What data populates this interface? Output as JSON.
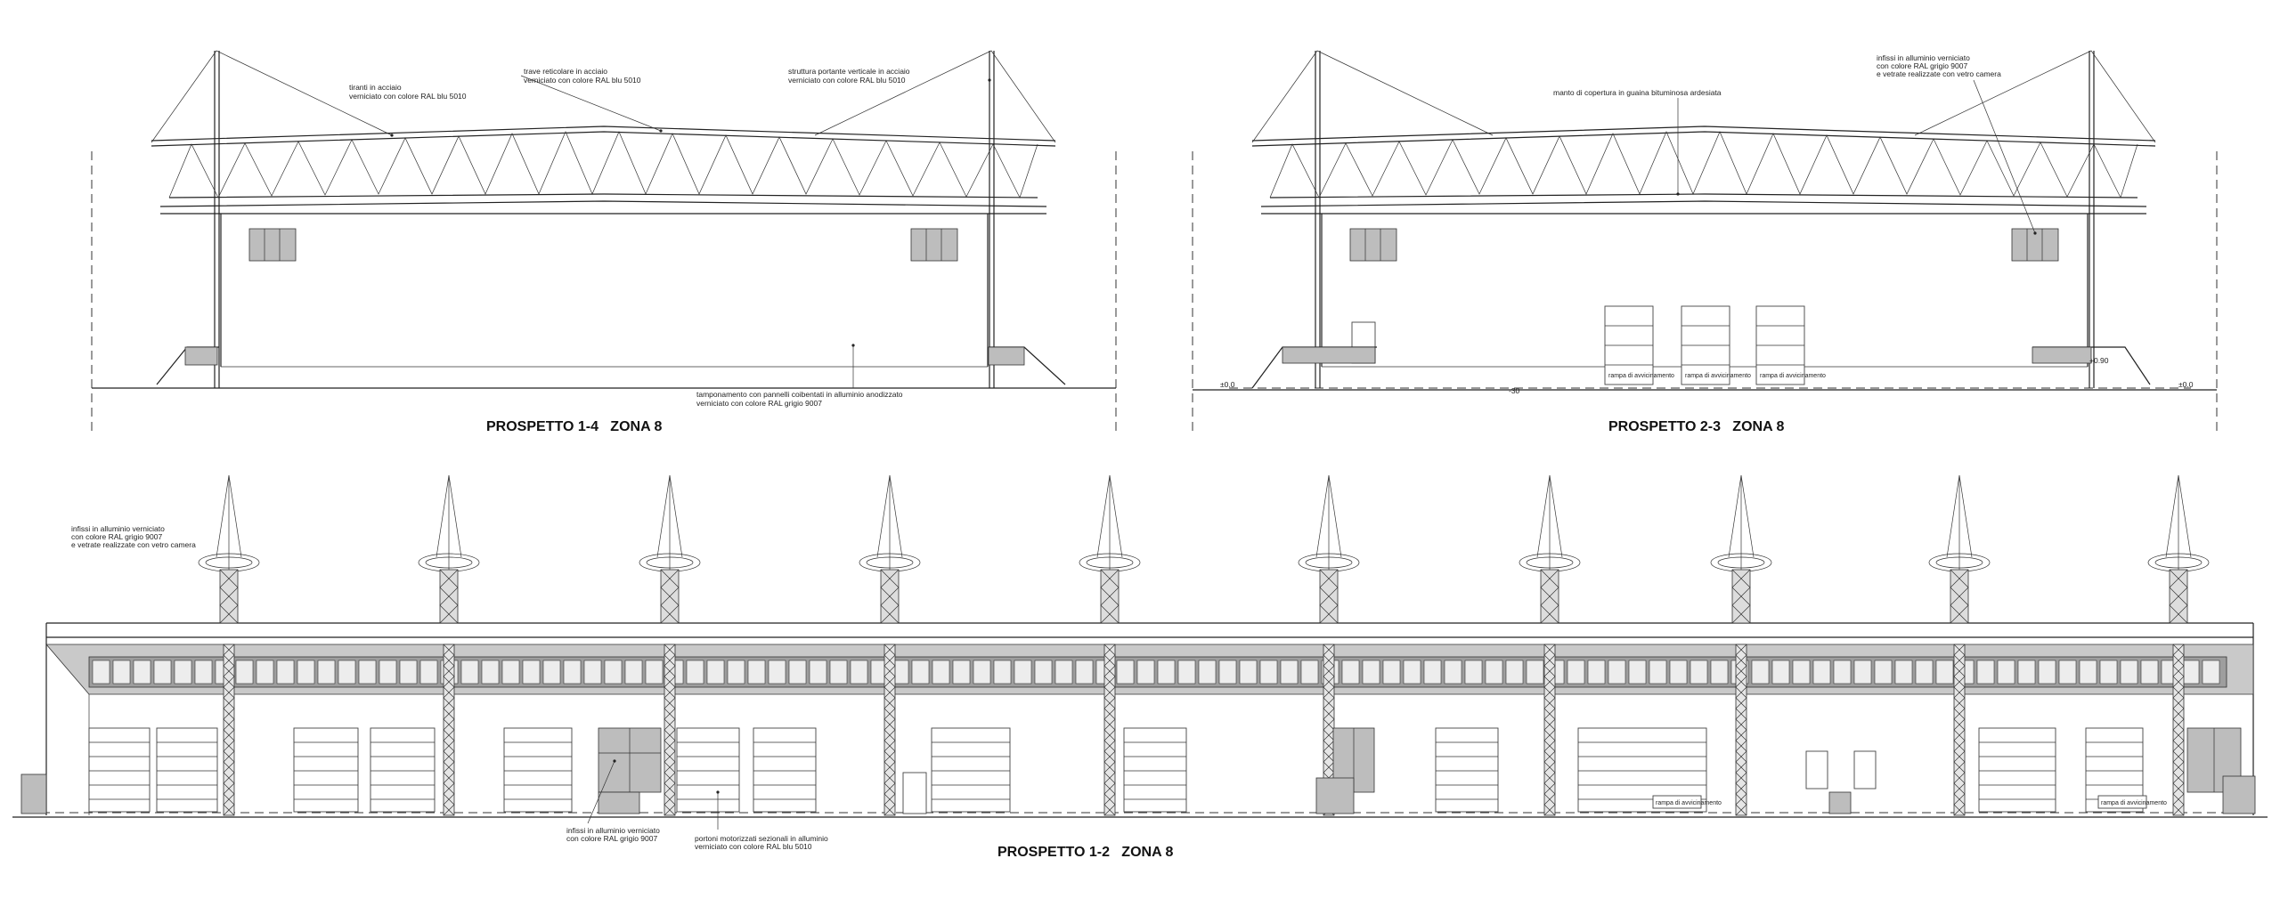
{
  "elevation_14": {
    "title": "PROSPETTO 1-4   ZONA 8",
    "notes": {
      "tie_rods": [
        "tiranti in acciaio",
        "verniciato con colore RAL blu 5010"
      ],
      "truss": [
        "trave reticolare in acciaio",
        "verniciato con colore RAL blu 5010"
      ],
      "structure": [
        "struttura portante verticale in acciaio",
        "verniciato con colore RAL blu 5010"
      ],
      "cladding": [
        "tamponamento con pannelli coibentati in alluminio anodizzato",
        "verniciato con colore RAL grigio 9007"
      ]
    }
  },
  "elevation_23": {
    "title": "PROSPETTO 2-3   ZONA 8",
    "notes": {
      "roofing": [
        "manto di copertura in guaina bituminosa ardesiata"
      ],
      "frames": [
        "infissi in alluminio verniciato",
        "con colore RAL grigio 9007",
        "e vetrate realizzate con vetro camera"
      ]
    },
    "levels": {
      "left": "±0.0",
      "mid": "-30",
      "step": "+0.90",
      "right": "±0.0"
    },
    "door_label": "rampa di avvicinamento"
  },
  "elevation_12": {
    "title": "PROSPETTO 1-2   ZONA 8",
    "notes": {
      "frames_top": [
        "infissi in alluminio verniciato",
        "con colore RAL grigio 9007",
        "e vetrate realizzate con vetro camera"
      ],
      "frames_bottom": [
        "infissi in alluminio verniciato",
        "con colore RAL grigio 9007"
      ],
      "doors": [
        "portoni motorizzati sezionali in alluminio",
        "verniciato con colore RAL blu 5010"
      ]
    },
    "ramp_label": "rampa di avvicinamento"
  }
}
